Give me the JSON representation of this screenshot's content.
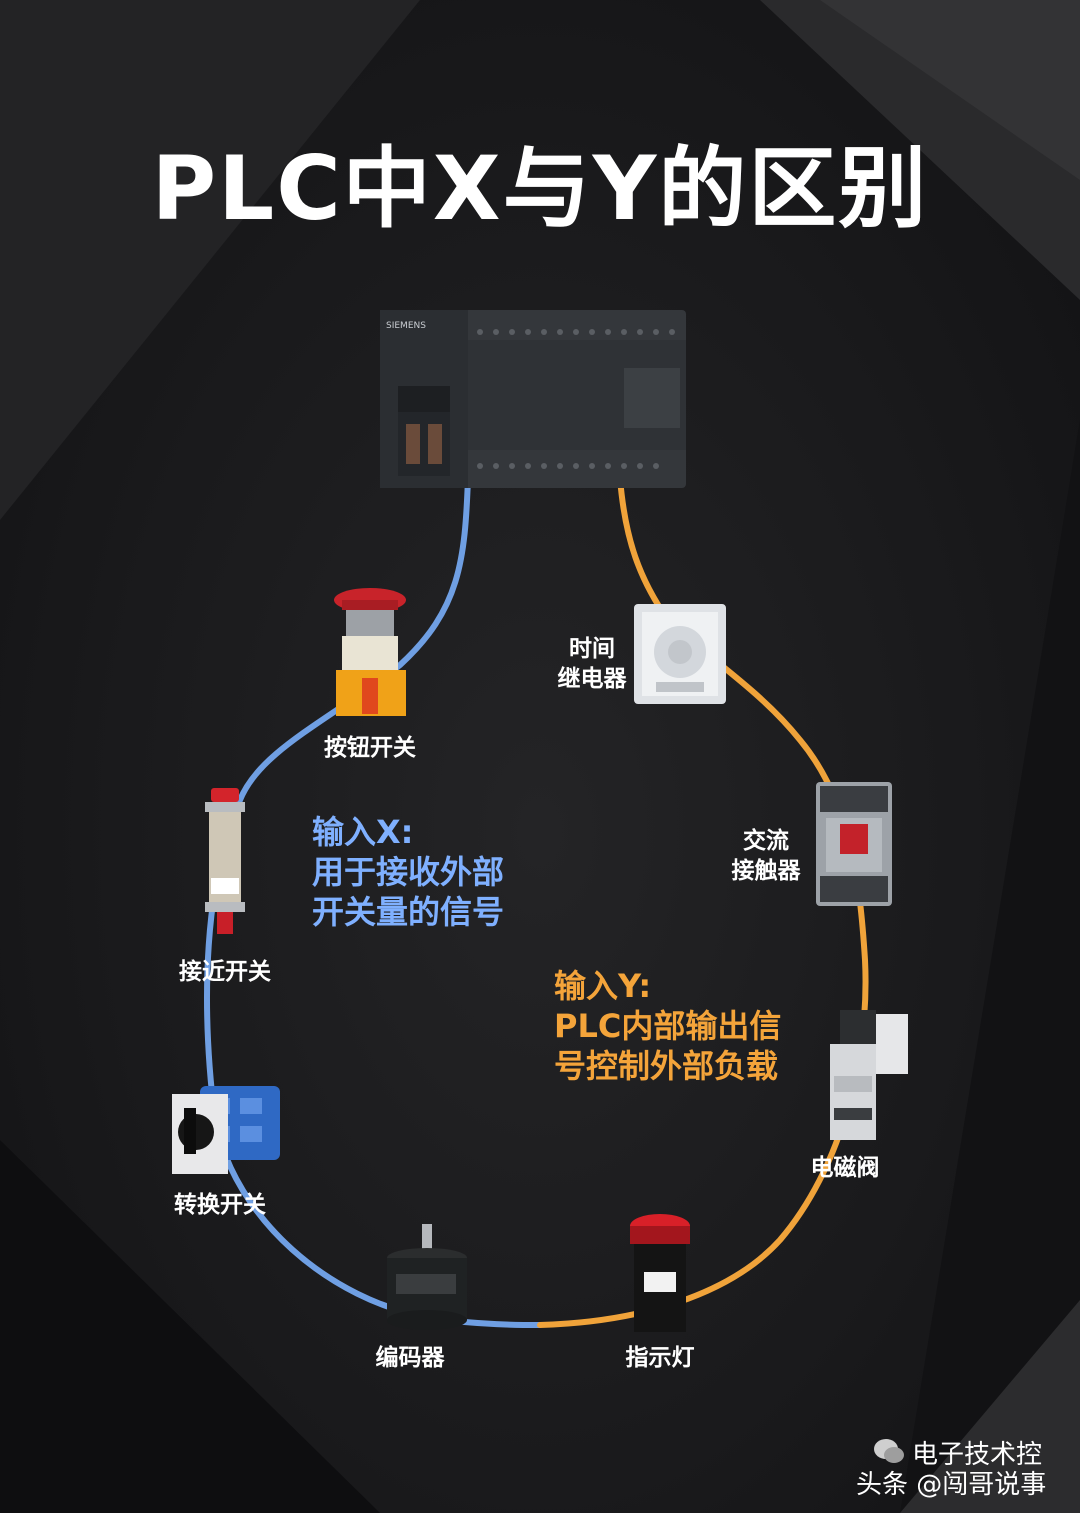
{
  "title": "PLC中X与Y的区别",
  "colors": {
    "input_wire": "#6f9fe3",
    "output_wire": "#f0a33a",
    "background": "#1a1a1c"
  },
  "plc": {
    "brand": "SIEMENS"
  },
  "inputs": {
    "note_lines": [
      "输入X:",
      "用于接收外部",
      "开关量的信号"
    ],
    "devices": [
      {
        "label": "按钮开关",
        "icon": "push-button-icon"
      },
      {
        "label": "接近开关",
        "icon": "proximity-switch-icon"
      },
      {
        "label": "转换开关",
        "icon": "rotary-switch-icon"
      },
      {
        "label": "编码器",
        "icon": "encoder-icon"
      }
    ]
  },
  "outputs": {
    "note_lines": [
      "输入Y:",
      "PLC内部输出信",
      "号控制外部负载"
    ],
    "devices": [
      {
        "label_lines": [
          "时间",
          "继电器"
        ],
        "icon": "time-relay-icon"
      },
      {
        "label_lines": [
          "交流",
          "接触器"
        ],
        "icon": "contactor-icon"
      },
      {
        "label": "电磁阀",
        "icon": "solenoid-valve-icon"
      },
      {
        "label": "指示灯",
        "icon": "indicator-light-icon"
      }
    ]
  },
  "watermark": {
    "line1": "电子技术控",
    "line2": "头条 @闯哥说事"
  }
}
